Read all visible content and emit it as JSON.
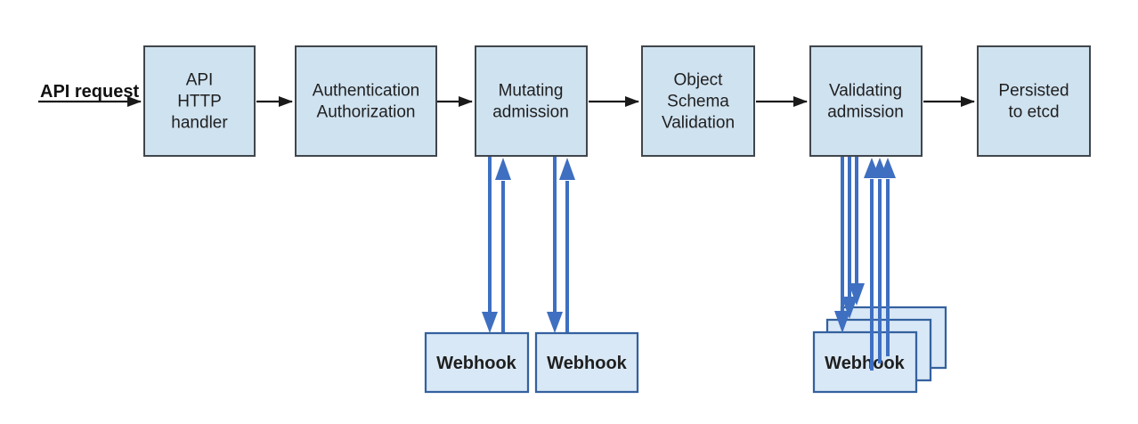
{
  "diagram": {
    "entry": {
      "label": "API request"
    },
    "flow_boxes": [
      {
        "name": "api-http-handler",
        "lines": [
          "API",
          "HTTP",
          "handler"
        ]
      },
      {
        "name": "authentication-authorization",
        "lines": [
          "Authentication",
          "Authorization"
        ]
      },
      {
        "name": "mutating-admission",
        "lines": [
          "Mutating",
          "admission"
        ]
      },
      {
        "name": "object-schema-validation",
        "lines": [
          "Object",
          "Schema",
          "Validation"
        ]
      },
      {
        "name": "validating-admission",
        "lines": [
          "Validating",
          "admission"
        ]
      },
      {
        "name": "persisted-to-etcd",
        "lines": [
          "Persisted",
          "to etcd"
        ]
      }
    ],
    "webhooks": {
      "mutating": [
        {
          "label": "Webhook"
        },
        {
          "label": "Webhook"
        }
      ],
      "validating": [
        {
          "label": "Webhook"
        }
      ]
    },
    "colors": {
      "flow_box_fill": "#cfe2f0",
      "flow_box_border": "#40464c",
      "webhook_fill": "#d9e8f6",
      "webhook_border": "#34619f",
      "arrow_blue": "#3e6fc1",
      "arrow_black": "#1a1a1a",
      "text": "#1f1f1f",
      "background": "#ffffff"
    }
  }
}
